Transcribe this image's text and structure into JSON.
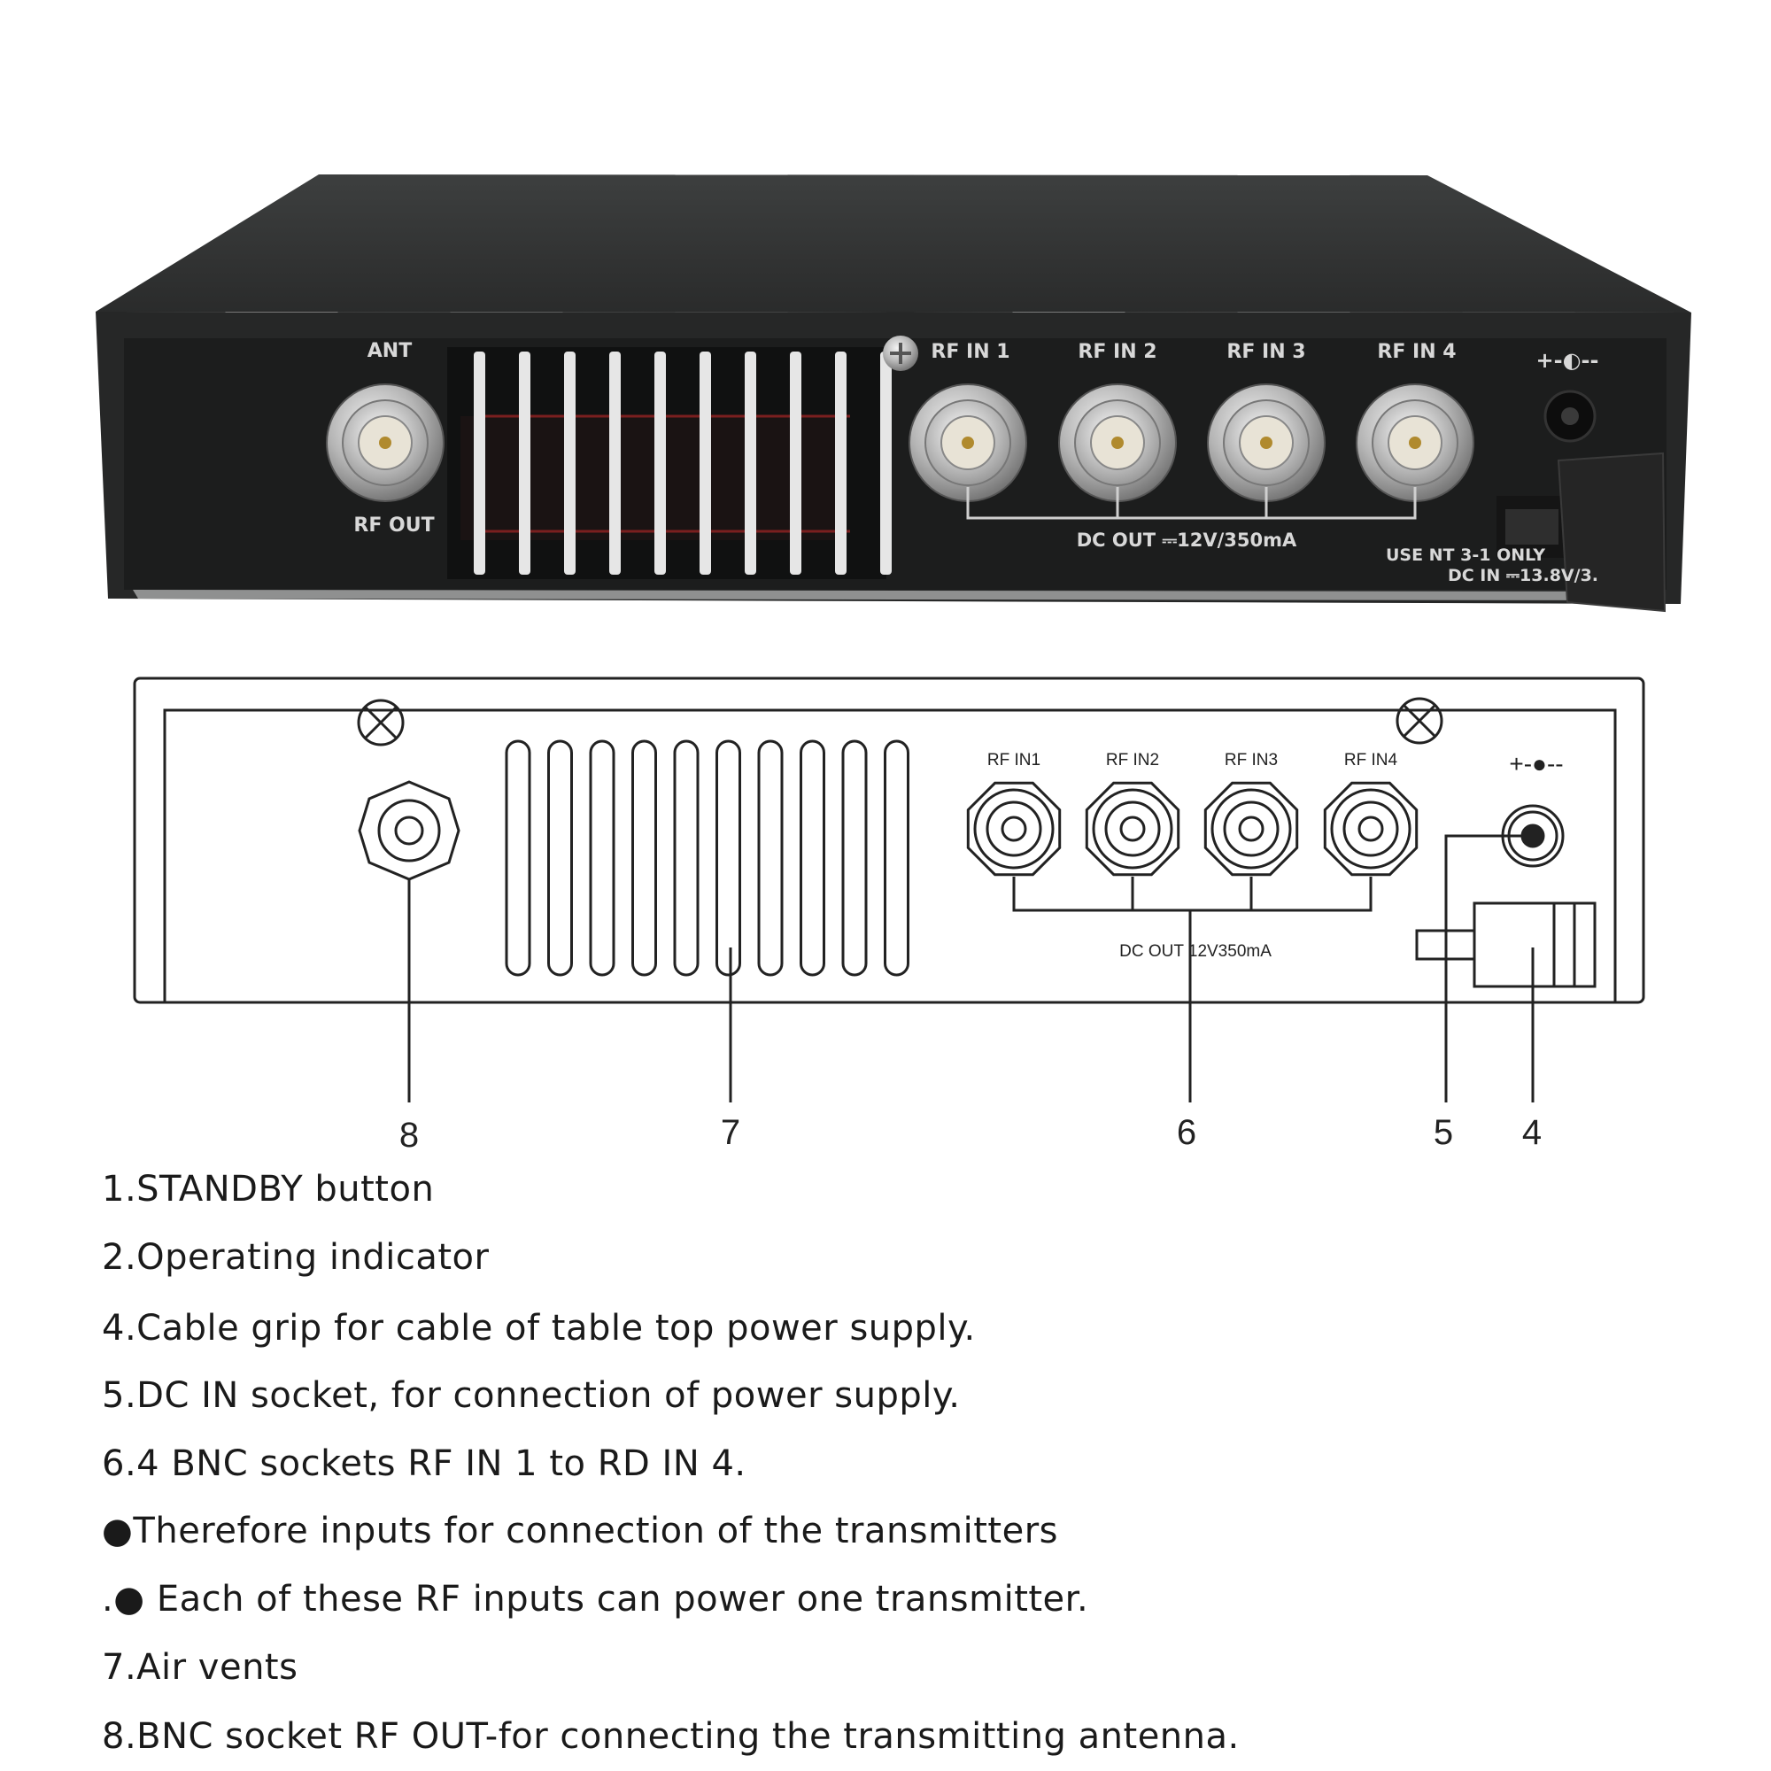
{
  "photo": {
    "labels": {
      "ant": "ANT",
      "rf_out": "RF OUT",
      "rf_in_1": "RF IN 1",
      "rf_in_2": "RF IN 2",
      "rf_in_3": "RF IN 3",
      "rf_in_4": "RF IN 4",
      "dc_out": "DC OUT ⎓12V/350mA",
      "use_nt": "USE NT 3-1 ONLY",
      "dc_in": "DC IN ⎓13.8V/3.",
      "polarity": "+-◐--"
    }
  },
  "drawing": {
    "labels": {
      "rf_in1": "RF IN1",
      "rf_in2": "RF IN2",
      "rf_in3": "RF IN3",
      "rf_in4": "RF IN4",
      "dc_out": "DC OUT  12V350mA",
      "polarity": "+-●--"
    },
    "callouts": [
      "8",
      "7",
      "6",
      "5",
      "4"
    ]
  },
  "legend": {
    "items": [
      "1.STANDBY button",
      "2.Operating indicator",
      "4.Cable grip for cable of table top power supply.",
      "5.DC IN socket,  for connection of power supply.",
      "6.4 BNC sockets RF IN 1 to RD IN 4.",
      "●Therefore inputs for connection of the transmitters",
      ".●  Each of these RF inputs can power one transmitter.",
      "7.Air vents",
      "8.BNC socket RF OUT-for connecting the transmitting antenna."
    ]
  },
  "colors": {
    "chassis": "#2b2c2c",
    "panel": "#1f2020",
    "label_text": "#d8d8d8",
    "line": "#222222"
  }
}
